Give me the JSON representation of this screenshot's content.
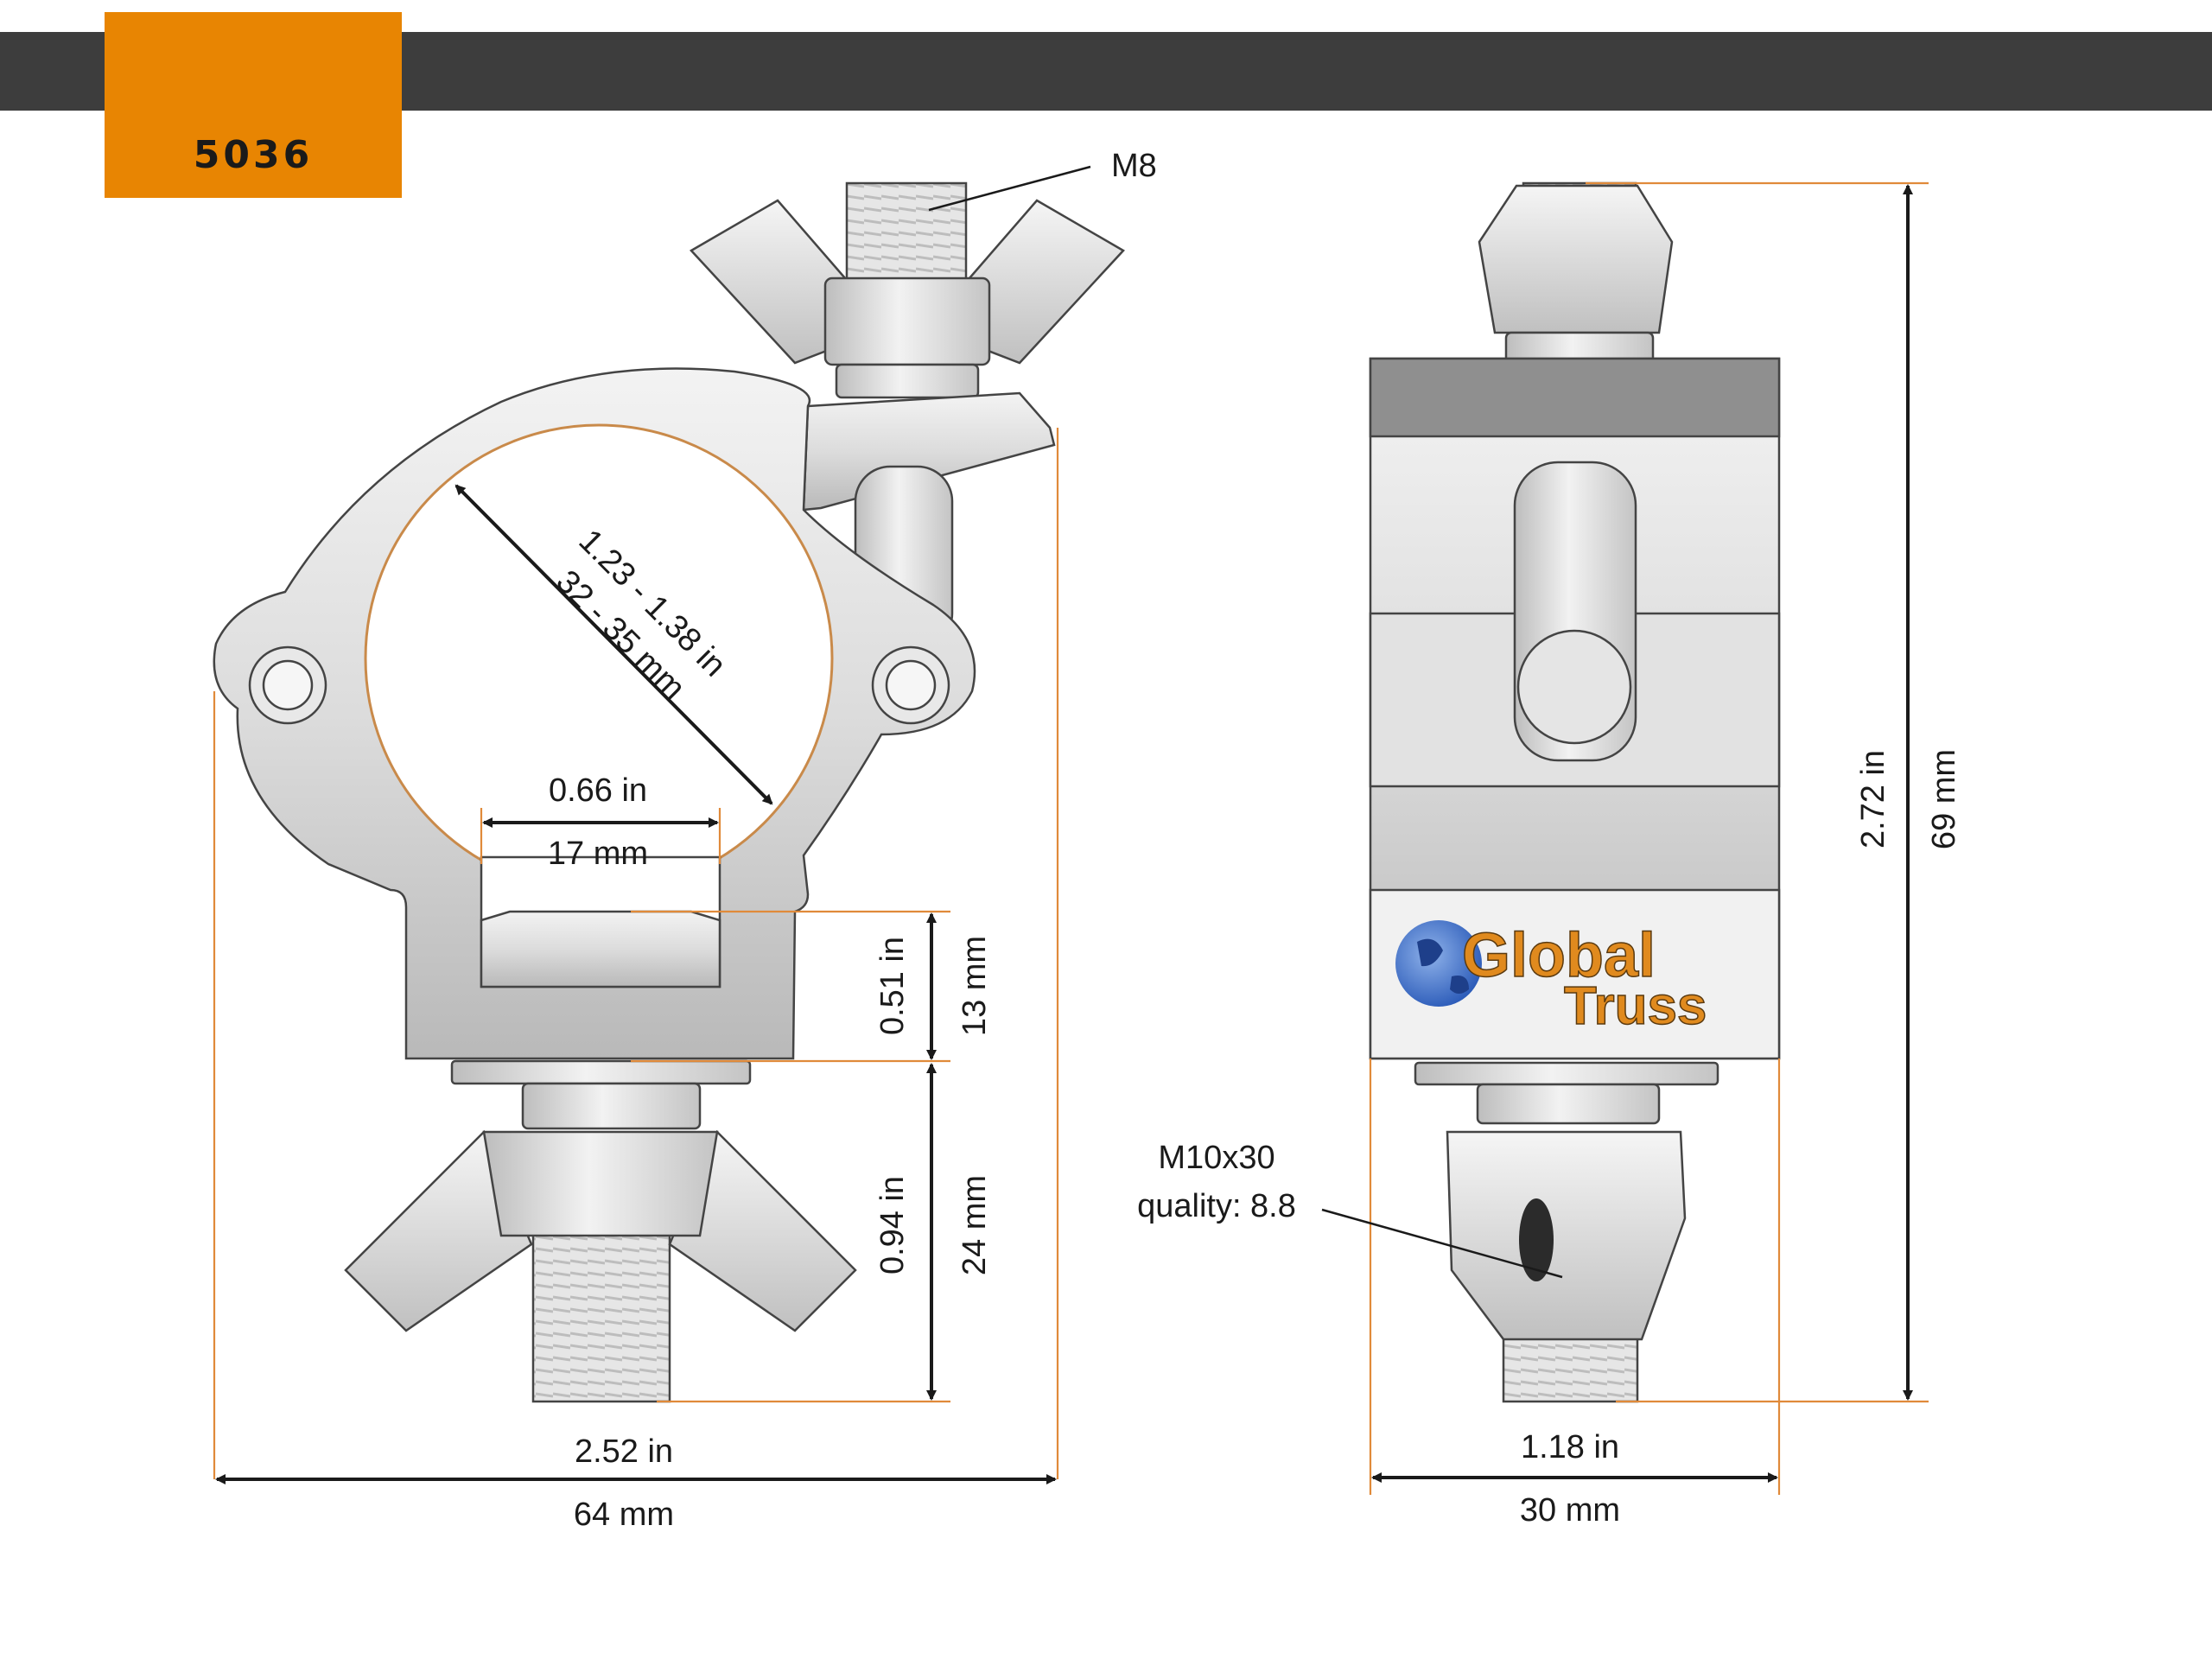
{
  "header": {
    "product_code": "5036",
    "bar_color": "#3d3d3d",
    "tab_color": "#e88502"
  },
  "front_view": {
    "bolt_label": "M8",
    "diameter_in": "1.23 - 1.38 in",
    "diameter_mm": "32 - 35 mm",
    "opening_in": "0.66 in",
    "opening_mm": "17 mm",
    "base_height_in": "0.51 in",
    "base_height_mm": "13 mm",
    "bolt_length_in": "0.94 in",
    "bolt_length_mm": "24 mm",
    "width_in": "2.52 in",
    "width_mm": "64 mm"
  },
  "side_view": {
    "height_in": "2.72 in",
    "height_mm": "69 mm",
    "width_in": "1.18 in",
    "width_mm": "30 mm",
    "bolt_label_line1": "M10x30",
    "bolt_label_line2": "quality: 8.8"
  },
  "logo": {
    "line1": "Global",
    "line2": "Truss",
    "text_color": "#e08a1e",
    "globe_color": "#2a5ab8"
  },
  "colors": {
    "dimension_line": "#1a1a1a",
    "extension_line": "#e08a3a",
    "metal_light": "#ececec",
    "metal_mid": "#cfcfcf",
    "metal_dark": "#9a9a9a"
  }
}
